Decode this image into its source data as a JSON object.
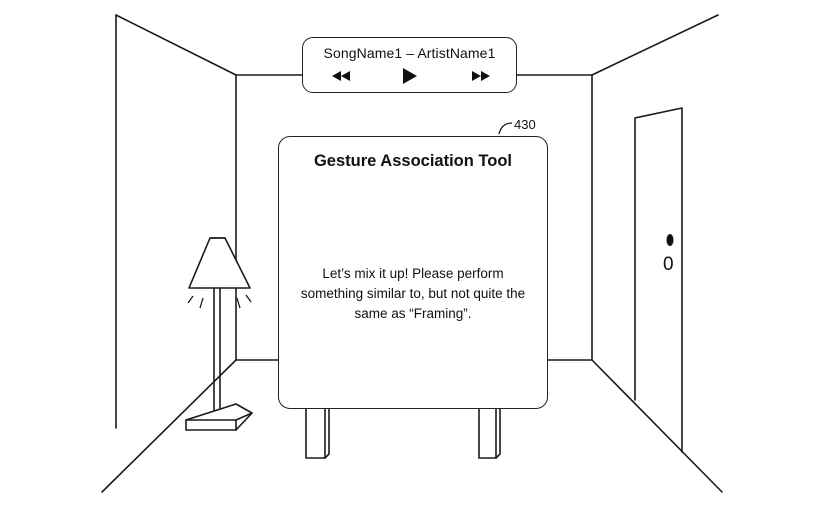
{
  "media_player": {
    "now_playing": "SongName1 – ArtistName1",
    "controls": {
      "rewind_icon": "◂◂",
      "play_icon": "▶",
      "fast_forward_icon": "▸▸"
    }
  },
  "reference_numeral": "430",
  "dialog": {
    "title": "Gesture Association Tool",
    "message": "Let’s mix it up!  Please perform something similar to, but not quite the same as “Framing”."
  },
  "scene": {
    "door_handle_label": "0",
    "objects": [
      "room",
      "floor-lamp",
      "door",
      "display-screen"
    ]
  }
}
